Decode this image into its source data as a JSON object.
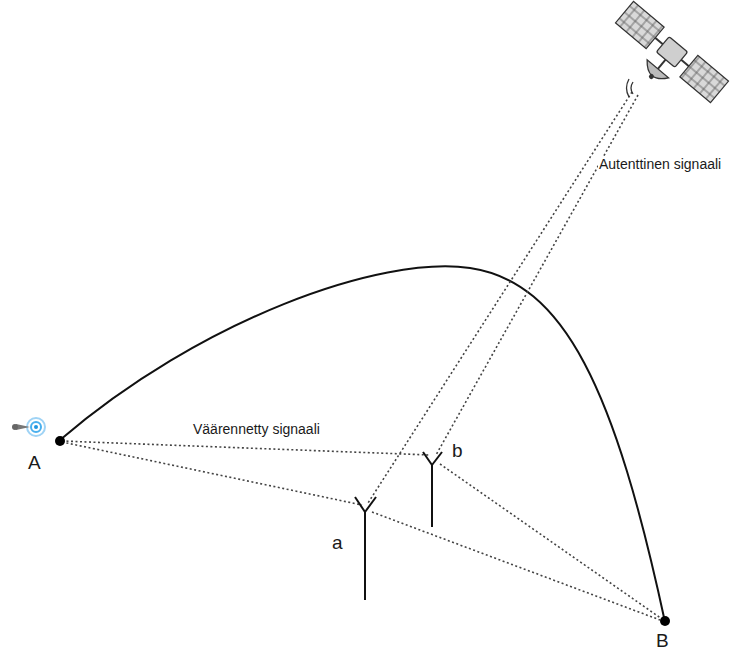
{
  "diagram": {
    "labels": [
      "Autenttinen signaali",
      "Väärennetty signaali",
      "A",
      "B",
      "a",
      "b"
    ]
  }
}
